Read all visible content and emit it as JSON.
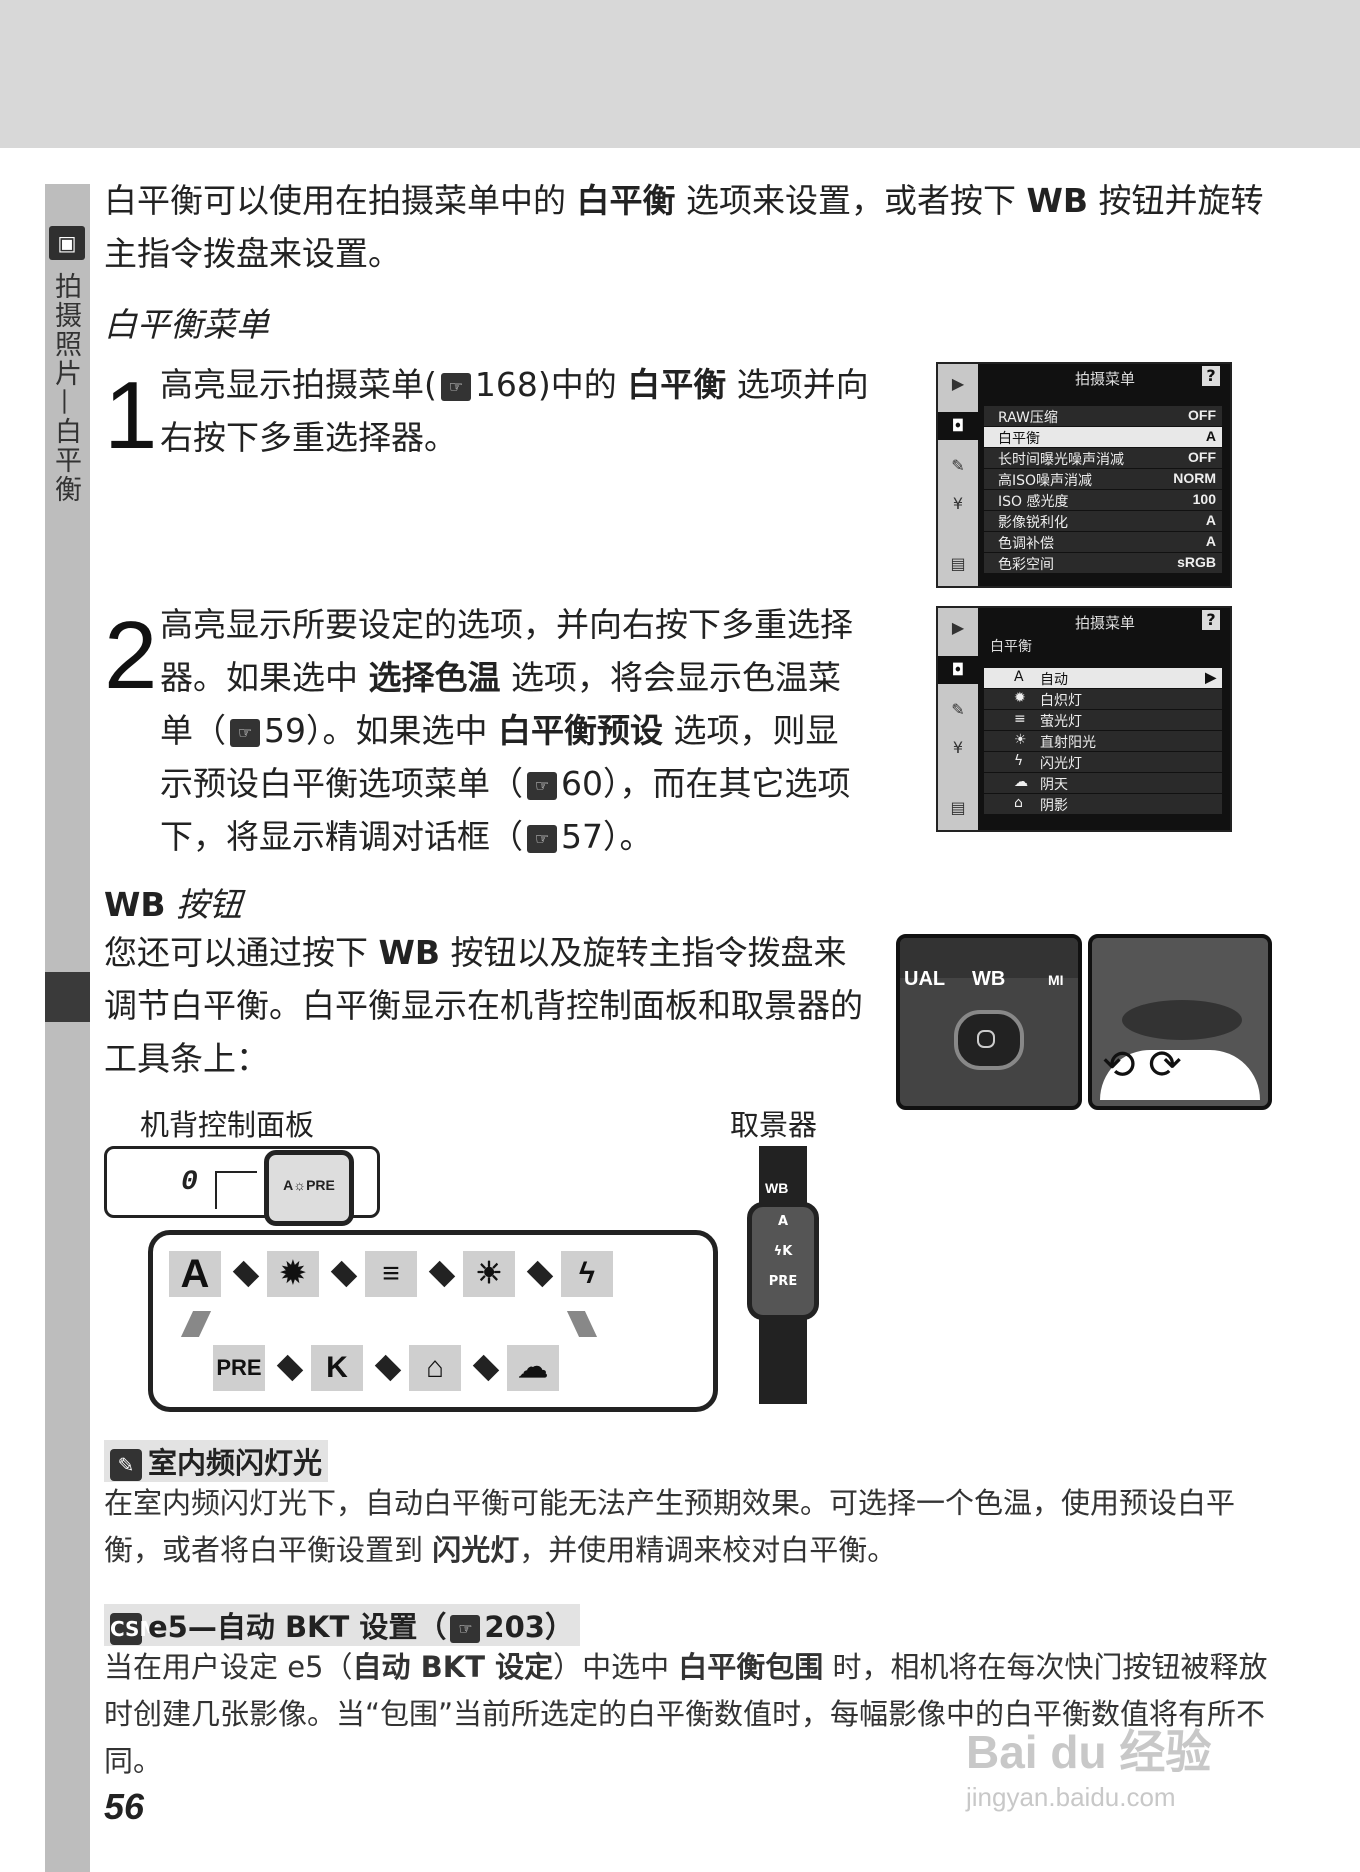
{
  "sidebar": {
    "label": "拍摄照片—白平衡"
  },
  "intro": {
    "text_before": "白平衡可以使用在拍摄菜单中的 ",
    "bold1": "白平衡",
    "text_mid": " 选项来设置，或者按下 ",
    "bold2": "WB",
    "text_after": " 按钮并旋转主指令拨盘来设置。"
  },
  "section1": {
    "title": "白平衡菜单"
  },
  "step1": {
    "num": "1",
    "text_before": "高亮显示拍摄菜单(",
    "ref": "168",
    "text_mid": ")中的 ",
    "bold": "白平衡",
    "text_after": " 选项并向右按下多重选择器。"
  },
  "step2": {
    "num": "2",
    "text": "高亮显示所要设定的选项，并向右按下多重选择器。如果选中 ",
    "bold1": "选择色温",
    "t2": " 选项，将会显示色温菜单（",
    "ref1": "59",
    "t3": "）。如果选中 ",
    "bold2": "白平衡预设",
    "t4": " 选项，则显示预设白平衡选项菜单（",
    "ref2": "60",
    "t5": "），而在其它选项下，将显示精调对话框（",
    "ref3": "57",
    "t6": "）。"
  },
  "menu1": {
    "title": "拍摄菜单",
    "help": "?",
    "rows": [
      {
        "label": "RAW压缩",
        "value": "OFF"
      },
      {
        "label": "白平衡",
        "value": "A"
      },
      {
        "label": "长时间曝光噪声消减",
        "value": "OFF"
      },
      {
        "label": "高ISO噪声消减",
        "value": "NORM"
      },
      {
        "label": "ISO 感光度",
        "value": "100"
      },
      {
        "label": "影像锐利化",
        "value": "A"
      },
      {
        "label": "色调补偿",
        "value": "A"
      },
      {
        "label": "色彩空间",
        "value": "sRGB"
      }
    ]
  },
  "menu2": {
    "title": "拍摄菜单",
    "subtitle": "白平衡",
    "help": "?",
    "rows": [
      {
        "icon": "A",
        "label": "自动"
      },
      {
        "icon": "✹",
        "label": "白炽灯"
      },
      {
        "icon": "≡",
        "label": "萤光灯"
      },
      {
        "icon": "☀",
        "label": "直射阳光"
      },
      {
        "icon": "ϟ",
        "label": "闪光灯"
      },
      {
        "icon": "☁",
        "label": "阴天"
      },
      {
        "icon": "⌂",
        "label": "阴影"
      }
    ]
  },
  "section2": {
    "title_bold": "WB",
    "title_rest": " 按钮"
  },
  "wbpara": {
    "t1": "您还可以通过按下 ",
    "bold": "WB",
    "t2": " 按钮以及旋转主指令拨盘来调节白平衡。白平衡显示在机背控制面板和取景器的工具条上："
  },
  "photo1": {
    "left_label": "UAL",
    "center_label": "WB",
    "right_label": "MI"
  },
  "diagram": {
    "back_panel_label": "机背控制面板",
    "viewfinder_label": "取景器",
    "panel_digit": "0",
    "vf_label": "WB",
    "row1": [
      "A",
      "✹",
      "≡",
      "☀",
      "ϟ"
    ],
    "row2": [
      "PRE",
      "K",
      "⌂",
      "☁"
    ]
  },
  "note1": {
    "icon": "pencil-icon",
    "title": "室内频闪灯光",
    "t1": "在室内频闪灯光下，自动白平衡可能无法产生预期效果。可选择一个色温，使用预设白平衡，或者将白平衡设置到 ",
    "bold": "闪光灯",
    "t2": "，并使用精调来校对白平衡。"
  },
  "note2": {
    "icon": "csm-icon",
    "title_before": "e5—自动 BKT 设置（",
    "ref": "203",
    "title_after": "）",
    "t1": "当在用户设定 e5（",
    "b1": "自动 BKT 设定",
    "t2": "）中选中 ",
    "b2": "白平衡包围",
    "t3": " 时，相机将在每次快门按钮被释放时创建几张影像。当“包围”当前所选定的白平衡数值时，每幅影像中的白平衡数值将有所不同。"
  },
  "page": {
    "number": "56"
  },
  "watermark": {
    "baidu": "Bai du 经验",
    "url": "jingyan.baidu.com"
  }
}
